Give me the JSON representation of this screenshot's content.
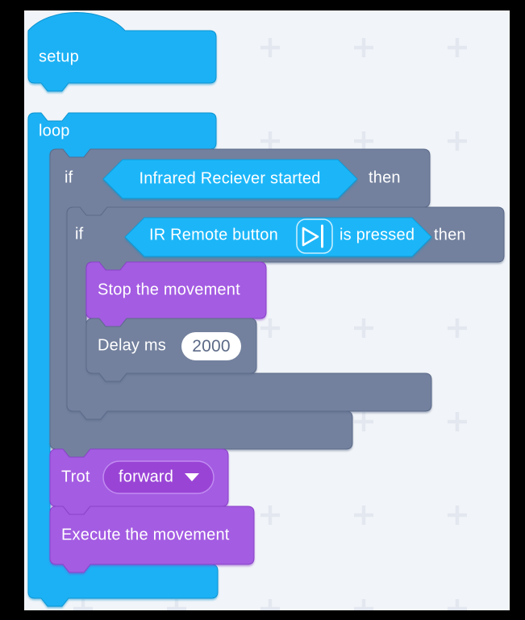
{
  "workspace": {
    "blocks": {
      "setup": {
        "label": "setup"
      },
      "loop": {
        "label": "loop"
      },
      "if_outer": {
        "keyword_if": "if",
        "condition": "Infrared Reciever started",
        "keyword_then": "then"
      },
      "if_inner": {
        "keyword_if": "if",
        "condition_prefix": "IR Remote button",
        "condition_icon": "play-pause-icon",
        "condition_suffix": "is pressed",
        "keyword_then": "then"
      },
      "stop": {
        "label": "Stop the movement"
      },
      "delay": {
        "label": "Delay ms",
        "value": "2000"
      },
      "trot": {
        "label": "Trot",
        "dropdown_value": "forward",
        "dropdown_icon": "caret-down-icon"
      },
      "execute": {
        "label": "Execute the movement"
      }
    },
    "colors": {
      "blue": "#1ab1f5",
      "blue_dark": "#0d93d0",
      "gray": "#73819e",
      "gray_dark": "#5b6a89",
      "purple": "#a45ce2",
      "purple_dark": "#8a42c9",
      "hex_blue": "#1db6f8",
      "hex_border": "#0c9bd8",
      "field_purple": "#9a44d6",
      "field_border": "#c18cf0",
      "input_bg": "#ffffff",
      "input_text": "#5c6a87",
      "workspace_bg": "#f1f4f8",
      "grid_cross": "#e3e7ef",
      "frame": "#000000",
      "label": "#ffffff"
    }
  }
}
